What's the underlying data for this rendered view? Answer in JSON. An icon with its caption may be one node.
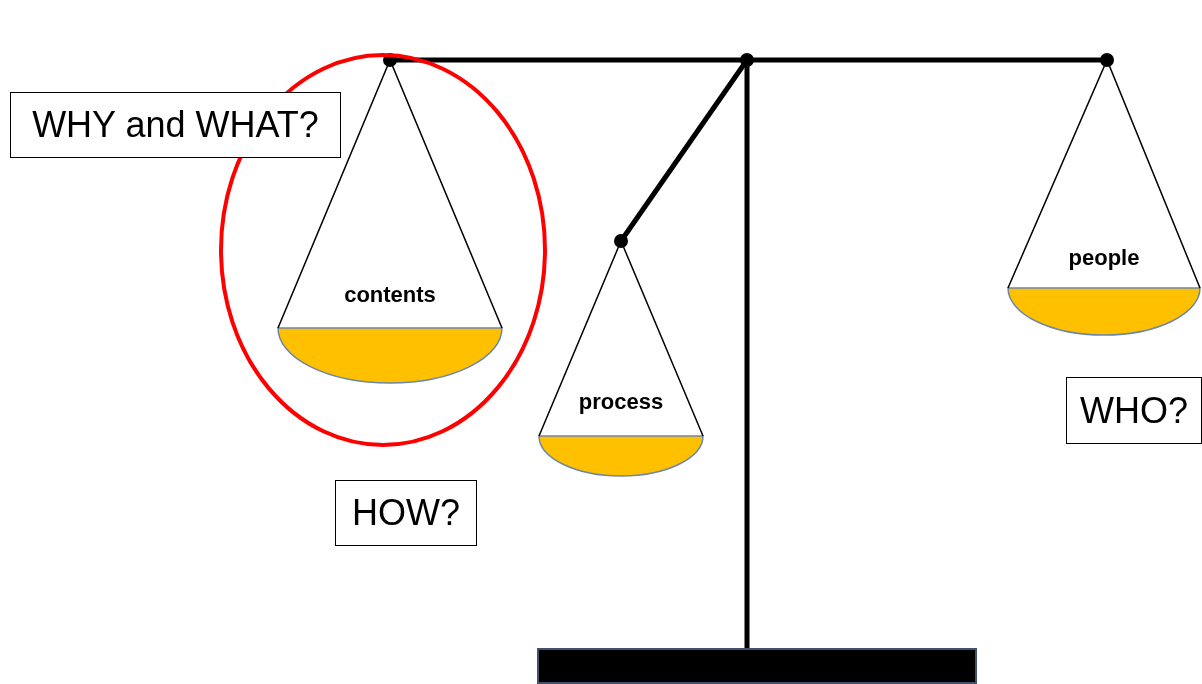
{
  "diagram": {
    "nodes": [
      {
        "text": [
          "WHY and WHAT?"
        ]
      },
      {
        "text": [
          "contents"
        ]
      },
      {
        "text": [
          "process"
        ]
      },
      {
        "text": [
          "people"
        ]
      },
      {
        "text": [
          "WHO?"
        ]
      },
      {
        "text": [
          "HOW?"
        ]
      }
    ],
    "edges": []
  }
}
